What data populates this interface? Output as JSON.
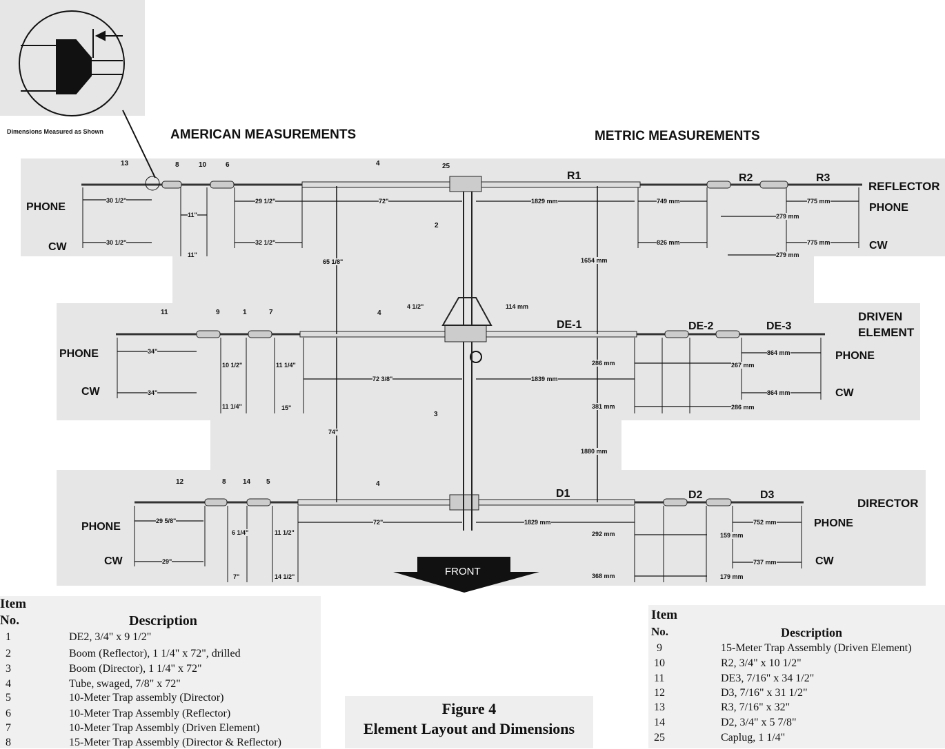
{
  "inset_caption": "Dimensions Measured as Shown",
  "headers": {
    "american": "AMERICAN MEASUREMENTS",
    "metric": "METRIC MEASUREMENTS"
  },
  "element_labels": {
    "reflector": "REFLECTOR",
    "driven": [
      "DRIVEN",
      "ELEMENT"
    ],
    "director": "DIRECTOR"
  },
  "mode_labels": {
    "phone": "PHONE",
    "cw": "CW"
  },
  "section_names": {
    "r1": "R1",
    "r2": "R2",
    "r3": "R3",
    "de1": "DE-1",
    "de2": "DE-2",
    "de3": "DE-3",
    "d1": "D1",
    "d2": "D2",
    "d3": "D3"
  },
  "item_callouts": {
    "reflector": [
      "13",
      "8",
      "10",
      "6",
      "4",
      "25"
    ],
    "driven": [
      "11",
      "9",
      "1",
      "7",
      "4"
    ],
    "director": [
      "12",
      "8",
      "14",
      "5",
      "4"
    ],
    "boom": [
      "2",
      "3"
    ]
  },
  "reflector_dims": {
    "am_phone": "30 1/2\"",
    "am_cw": "30 1/2\"",
    "am_trap": "11\"",
    "am_trap_cw": "11\"",
    "am_inner_phone": "29 1/2\"",
    "am_inner_cw": "32 1/2\"",
    "am_tube": "72\"",
    "m_tube": "1829 mm",
    "m_inner_phone": "749 mm",
    "m_inner_cw": "826 mm",
    "m_r3_phone": "775 mm",
    "m_r3_cw": "775 mm",
    "m_r2_phone": "279 mm",
    "m_r2_cw": "279 mm"
  },
  "boom_dims": {
    "refl_driven_am": "65 1/8\"",
    "refl_driven_m": "1654 mm",
    "feed_am": "4 1/2\"",
    "feed_m": "114 mm",
    "driven_dir_am": "74\"",
    "driven_dir_m": "1880 mm"
  },
  "driven_dims": {
    "am_phone": "34\"",
    "am_cw": "34\"",
    "am_trap_phone": "10 1/2\"",
    "am_trap_cw": "11 1/4\"",
    "am_inner_phone": "11 1/4\"",
    "am_inner_cw": "15\"",
    "am_tube": "72 3/8\"",
    "m_tube": "1839 mm",
    "m_inner_phone": "286 mm",
    "m_inner_cw": "381 mm",
    "m_de2_phone": "267 mm",
    "m_de2_cw": "286 mm",
    "m_de3_phone": "864 mm",
    "m_de3_cw": "864 mm"
  },
  "director_dims": {
    "am_phone": "29 5/8\"",
    "am_cw": "29\"",
    "am_trap_phone": "6 1/4\"",
    "am_trap_cw": "7\"",
    "am_inner_phone": "11 1/2\"",
    "am_inner_cw": "14 1/2\"",
    "am_tube": "72\"",
    "m_tube": "1829 mm",
    "m_inner_phone": "292 mm",
    "m_inner_cw": "368 mm",
    "m_d2_phone": "159 mm",
    "m_d2_cw": "179 mm",
    "m_d3_phone": "752 mm",
    "m_d3_cw": "737 mm"
  },
  "front_label": "FRONT",
  "table_left": {
    "header_item": [
      "Item",
      "No."
    ],
    "header_desc": "Description",
    "rows": [
      {
        "no": "1",
        "desc": "DE2, 3/4\" x 9 1/2\""
      },
      {
        "no": "2",
        "desc": "Boom (Reflector), 1 1/4\" x 72\", drilled"
      },
      {
        "no": "3",
        "desc": "Boom (Director), 1 1/4\" x 72\""
      },
      {
        "no": "4",
        "desc": "Tube, swaged, 7/8\" x 72\""
      },
      {
        "no": "5",
        "desc": "10-Meter Trap assembly (Director)"
      },
      {
        "no": "6",
        "desc": "10-Meter Trap Assembly (Reflector)"
      },
      {
        "no": "7",
        "desc": "10-Meter Trap Assembly (Driven Element)"
      },
      {
        "no": "8",
        "desc": "15-Meter Trap Assembly (Director & Reflector)"
      }
    ]
  },
  "table_right": {
    "header_item": [
      "Item",
      "No."
    ],
    "header_desc": "Description",
    "rows": [
      {
        "no": "9",
        "desc": "15-Meter Trap Assembly (Driven Element)"
      },
      {
        "no": "10",
        "desc": "R2, 3/4\" x 10 1/2\""
      },
      {
        "no": "11",
        "desc": "DE3, 7/16\" x 34 1/2\""
      },
      {
        "no": "12",
        "desc": "D3, 7/16\" x 31 1/2\""
      },
      {
        "no": "13",
        "desc": "R3, 7/16\" x 32\""
      },
      {
        "no": "14",
        "desc": "D2, 3/4\" x 5 7/8\""
      },
      {
        "no": "25",
        "desc": "Caplug, 1 1/4\""
      }
    ]
  },
  "figure_title": [
    "Figure 4",
    "Element Layout and Dimensions"
  ]
}
